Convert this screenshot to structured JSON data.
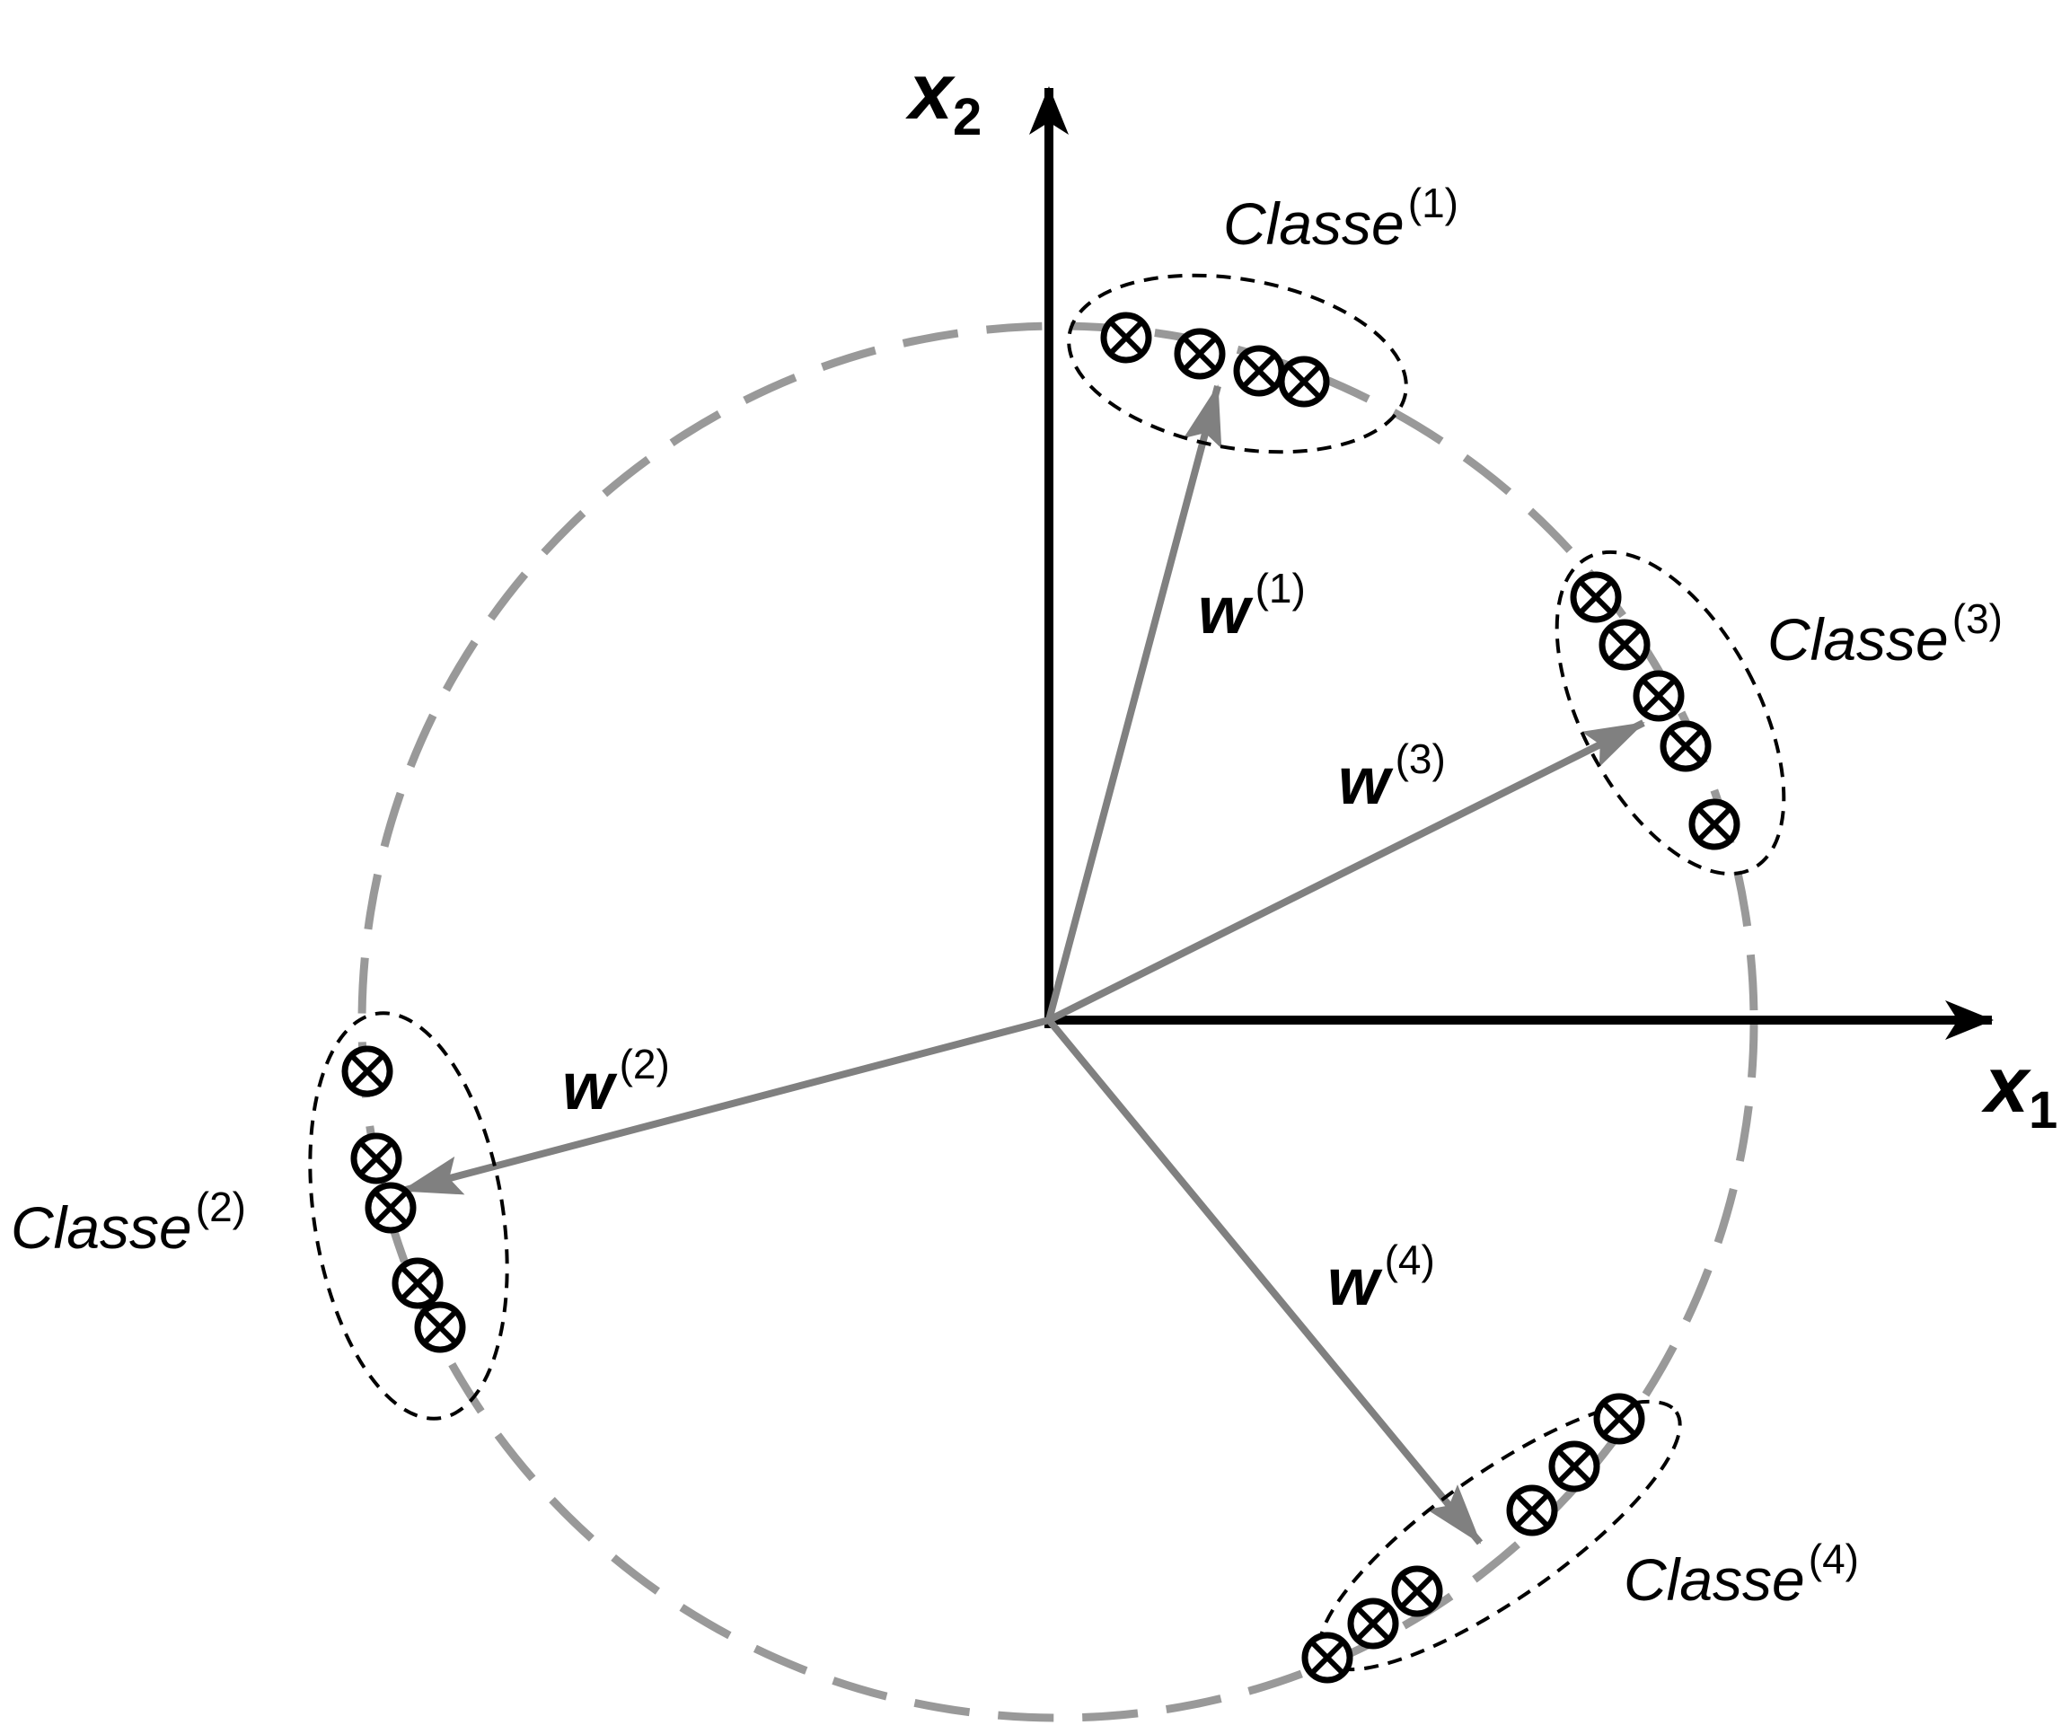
{
  "axes": {
    "x1": {
      "symbol": "x",
      "subscript": "1"
    },
    "x2": {
      "symbol": "x",
      "subscript": "2"
    }
  },
  "weights": [
    {
      "symbol": "w",
      "superscript": "(1)"
    },
    {
      "symbol": "w",
      "superscript": "(2)"
    },
    {
      "symbol": "w",
      "superscript": "(3)"
    },
    {
      "symbol": "w",
      "superscript": "(4)"
    }
  ],
  "classes": [
    {
      "name": "Classe",
      "superscript": "(1)"
    },
    {
      "name": "Classe",
      "superscript": "(2)"
    },
    {
      "name": "Classe",
      "superscript": "(3)"
    },
    {
      "name": "Classe",
      "superscript": "(4)"
    }
  ],
  "colors": {
    "axes": "#000000",
    "weight_vectors": "#808080",
    "unit_circle": "#999999",
    "cluster_outline": "#000000",
    "sample_marker": "#000000"
  },
  "marker_symbol": "circled-times",
  "points_per_class": [
    4,
    5,
    5,
    6
  ]
}
